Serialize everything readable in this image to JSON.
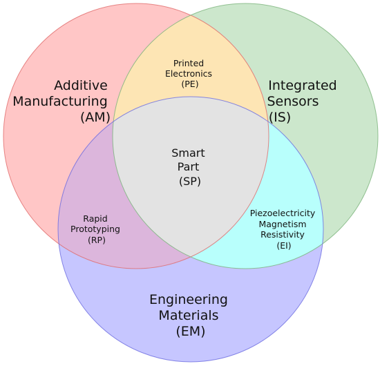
{
  "sets": {
    "am": {
      "lines": [
        "Additive",
        "Manufacturing",
        "(AM)"
      ],
      "fill": "#ff8080",
      "stroke": "#e06a6a"
    },
    "is": {
      "lines": [
        "Integrated",
        "Sensors",
        "(IS)"
      ],
      "fill": "#8fc98f",
      "stroke": "#7ab37a"
    },
    "em": {
      "lines": [
        "Engineering",
        "Materials",
        "(EM)"
      ],
      "fill": "#8080ff",
      "stroke": "#6b6be0"
    }
  },
  "intersections": {
    "pe": {
      "lines": [
        "Printed",
        "Electronics",
        "(PE)"
      ],
      "fill": "#fde5b4"
    },
    "rp": {
      "lines": [
        "Rapid",
        "Prototyping",
        "(RP)"
      ],
      "fill": "#dcb6dc"
    },
    "ei": {
      "lines": [
        "Piezoelectricity",
        "Magnetism",
        "Resistivity",
        "(EI)"
      ],
      "fill": "#b8fffc"
    },
    "sp": {
      "lines": [
        "Smart",
        "Part",
        "(SP)"
      ],
      "fill": "#e3e3e3"
    }
  }
}
